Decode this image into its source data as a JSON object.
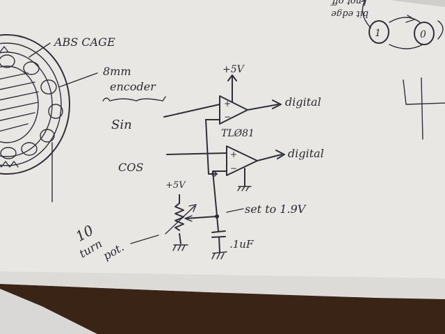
{
  "photo": {
    "subject": "hand-drawn schematic sketch on paper",
    "colors": {
      "paper": "#e9e8e6",
      "paper_shadow": "#cfcecd",
      "ink": "#2e2e38",
      "table": "#3a2a1c"
    }
  },
  "labels": {
    "abs_cage": "ABS CAGE",
    "encoder_1": "8mm",
    "encoder_2": "encoder",
    "sin": "Sin",
    "cos": "COS",
    "supply_top": "+5V",
    "opamp_model": "TLØ81",
    "digital_1": "digital",
    "digital_2": "digital",
    "supply_pot": "+5V",
    "set_to": "set to 1.9V",
    "cap_value": ".1uF",
    "pot_1": "10",
    "pot_2": "turn",
    "pot_3": "pot.",
    "corner_1": "bit edge",
    "corner_2": "not off.",
    "state_0": "0",
    "state_1": "1"
  }
}
